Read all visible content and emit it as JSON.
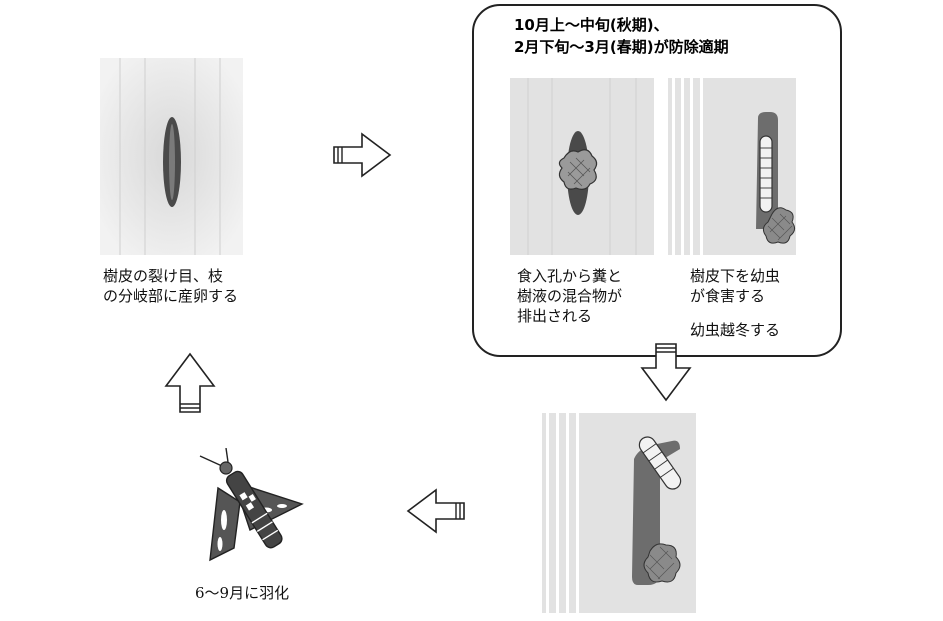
{
  "stages": {
    "egg": {
      "caption_lines": [
        "樹皮の裂け目、枝",
        "の分岐部に産卵する"
      ]
    },
    "control": {
      "title_lines": [
        "10月上～中旬(秋期)、",
        "2月下旬～3月(春期)が防除適期"
      ]
    },
    "frass": {
      "caption_lines": [
        "食入孔から糞と",
        "樹液の混合物が",
        "排出される"
      ]
    },
    "feeding": {
      "caption_lines": [
        "樹皮下を幼虫",
        "が食害する"
      ],
      "caption2": "幼虫越冬する"
    },
    "adult": {
      "caption": "6～9月に羽化"
    }
  },
  "colors": {
    "bark": "#e4e4e4",
    "dark_mark": "#4a4a4a",
    "gallery": "#6d6d6d",
    "frass": "#8a8a8a",
    "outline": "#222222"
  }
}
